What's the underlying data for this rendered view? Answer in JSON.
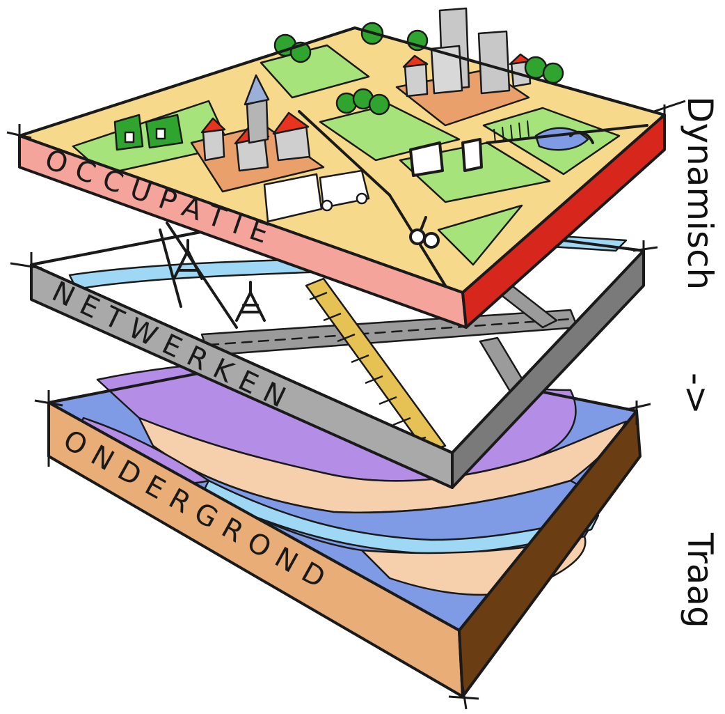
{
  "layers": [
    {
      "id": "occupation",
      "label": "OCCUPATIE"
    },
    {
      "id": "networks",
      "label": "NETWERKEN"
    },
    {
      "id": "subsoil",
      "label": "ONDERGROND"
    }
  ],
  "axis": {
    "top": "Dynamisch",
    "arrow": "->",
    "bottom": "Traag"
  },
  "colors": {
    "occupation_top": "#f6d98a",
    "occupation_front": "#f4a49a",
    "occupation_side": "#d7261b",
    "networks_top": "#ffffff",
    "networks_front": "#a9a9a9",
    "networks_side": "#7a7a7a",
    "subsoil_top": "#7f9be6",
    "subsoil_front": "#e9ad78",
    "subsoil_side": "#6b3d12",
    "purple": "#b48ee6",
    "sand": "#f6d0ad",
    "cyan": "#9fd8f4",
    "green": "#a6e37a",
    "tree": "#2fa52f",
    "roof": "#e8341c",
    "road": "#9b9b9b",
    "track": "#e6c255"
  }
}
